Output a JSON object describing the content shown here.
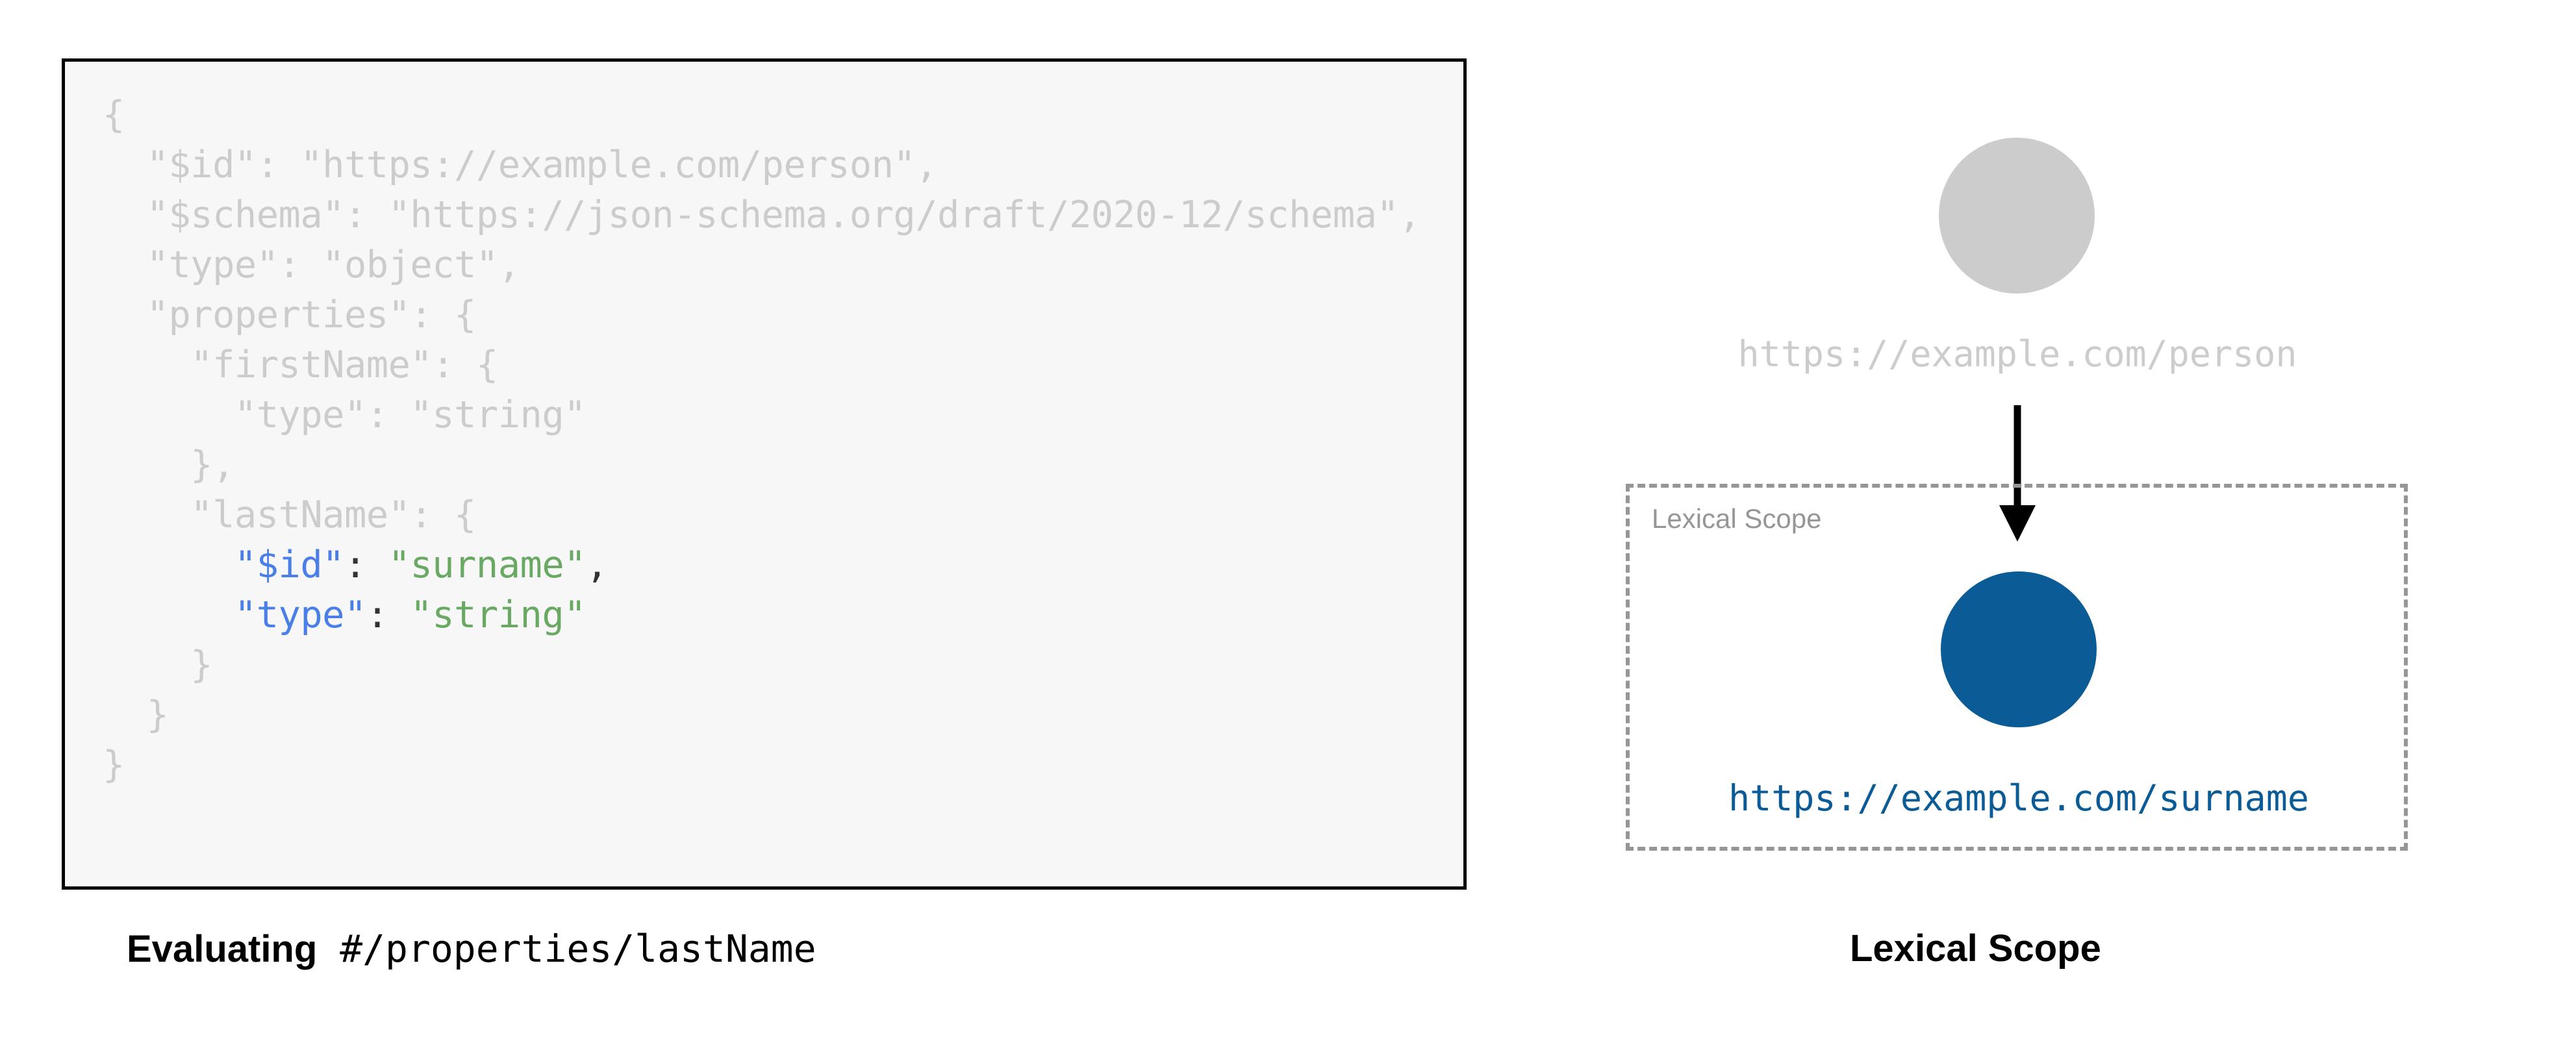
{
  "code_panel": {
    "language": "json",
    "lines": [
      [
        {
          "t": "{",
          "s": "dim"
        }
      ],
      [
        {
          "t": "  \"$id\": \"https://example.com/person\",",
          "s": "dim"
        }
      ],
      [
        {
          "t": "  \"$schema\": \"https://json-schema.org/draft/2020-12/schema\",",
          "s": "dim"
        }
      ],
      [
        {
          "t": "  \"type\": \"object\",",
          "s": "dim"
        }
      ],
      [
        {
          "t": "  \"properties\": {",
          "s": "dim"
        }
      ],
      [
        {
          "t": "    \"firstName\": {",
          "s": "dim"
        }
      ],
      [
        {
          "t": "      \"type\": \"string\"",
          "s": "dim"
        }
      ],
      [
        {
          "t": "    },",
          "s": "dim"
        }
      ],
      [
        {
          "t": "    \"lastName\": {",
          "s": "dim"
        }
      ],
      [
        {
          "t": "      ",
          "s": "dim"
        },
        {
          "t": "\"$id\"",
          "s": "key"
        },
        {
          "t": ": ",
          "s": "punct"
        },
        {
          "t": "\"surname\"",
          "s": "str"
        },
        {
          "t": ",",
          "s": "punct"
        }
      ],
      [
        {
          "t": "      ",
          "s": "dim"
        },
        {
          "t": "\"type\"",
          "s": "key"
        },
        {
          "t": ": ",
          "s": "punct"
        },
        {
          "t": "\"string\"",
          "s": "str"
        }
      ],
      [
        {
          "t": "    }",
          "s": "dim"
        }
      ],
      [
        {
          "t": "  }",
          "s": "dim"
        }
      ],
      [
        {
          "t": "}",
          "s": "dim"
        }
      ]
    ],
    "caption": {
      "strong": "Evaluating",
      "mono": " #/properties/lastName"
    }
  },
  "diagram_panel": {
    "caption": "Lexical Scope",
    "scope_box_label": "Lexical Scope",
    "nodes": [
      {
        "id": "person",
        "label": "https://example.com/person",
        "color": "#cccccc",
        "state": "inactive"
      },
      {
        "id": "surname",
        "label": "https://example.com/surname",
        "color": "#0b5c96",
        "state": "active"
      }
    ],
    "edge": {
      "from": "person",
      "to": "surname",
      "style": "solid-arrow",
      "color": "#000000"
    }
  },
  "colors": {
    "code_dim": "#cccccc",
    "code_key": "#4a7fe8",
    "code_string": "#6aa964",
    "code_punct": "#333333",
    "code_background": "#f7f7f7",
    "code_border": "#000000",
    "node_inactive": "#cccccc",
    "node_active": "#0b5c96",
    "scope_border": "#969696",
    "scope_label": "#969696"
  }
}
